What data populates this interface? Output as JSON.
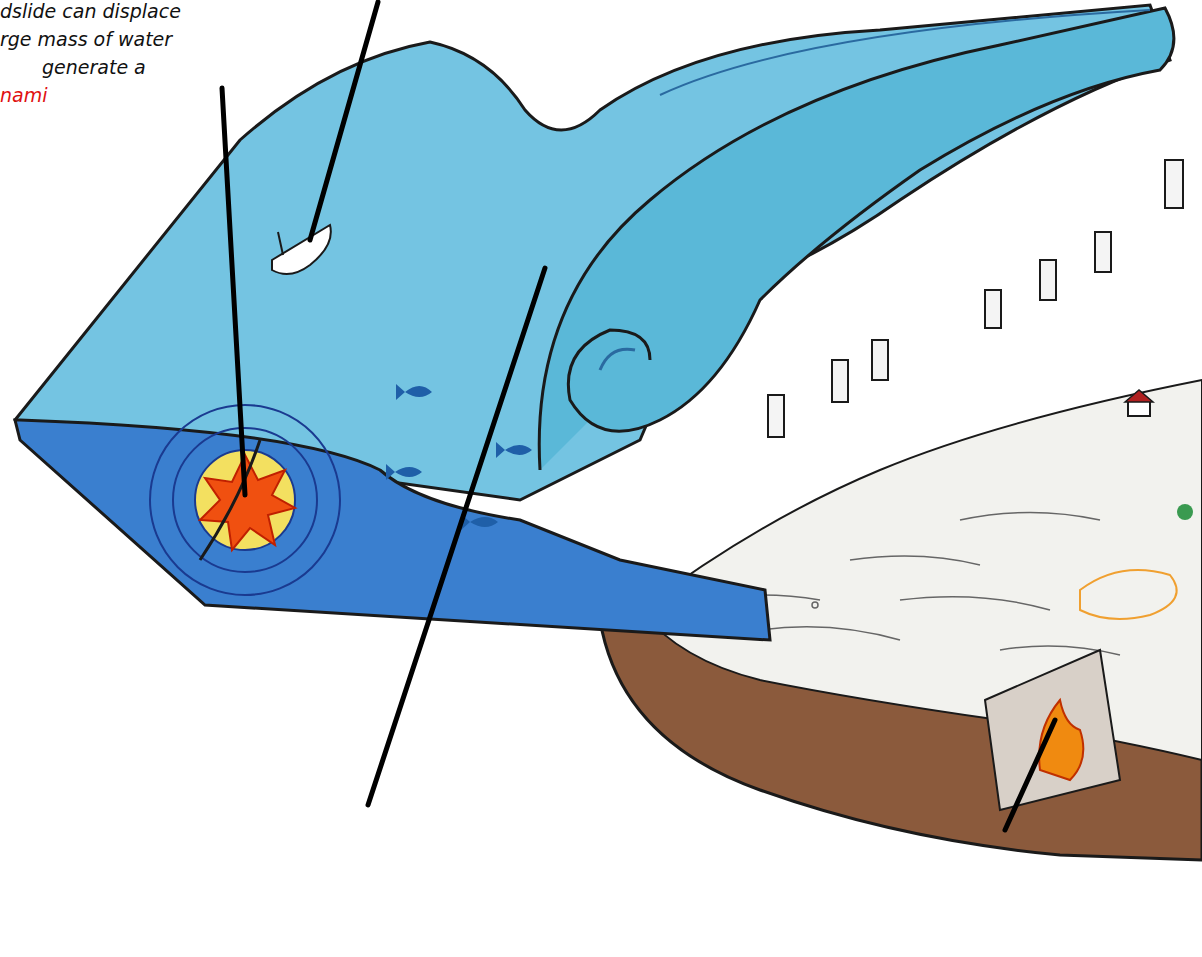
{
  "diagram": {
    "labels": [
      "dslide can displace",
      "rge mass of water",
      "generate a",
      "nami"
    ]
  }
}
